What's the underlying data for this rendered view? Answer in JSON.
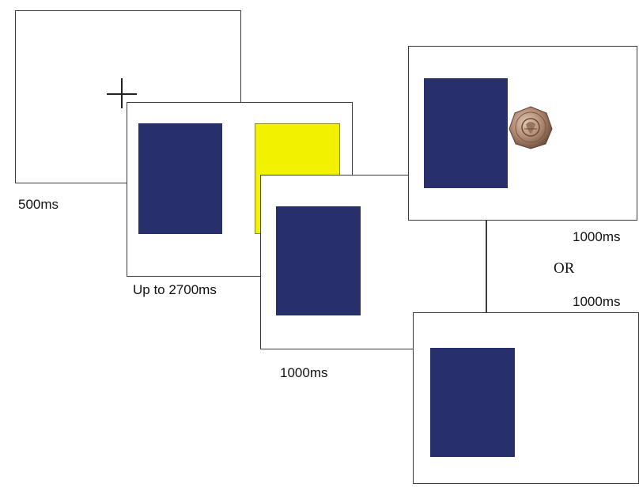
{
  "colors": {
    "navy": "#27306a",
    "yellow": "#f2f200",
    "frame": "#3a3a3a",
    "coin": "#b08a72"
  },
  "icons": {
    "fixation": "plus-cross",
    "reward": "coin-image"
  },
  "timings": {
    "fixation": "500ms",
    "choice": "Up to 2700ms",
    "chosen": "1000ms",
    "reward_outcome": "1000ms",
    "or_word": "OR",
    "no_reward_outcome": "1000ms"
  }
}
